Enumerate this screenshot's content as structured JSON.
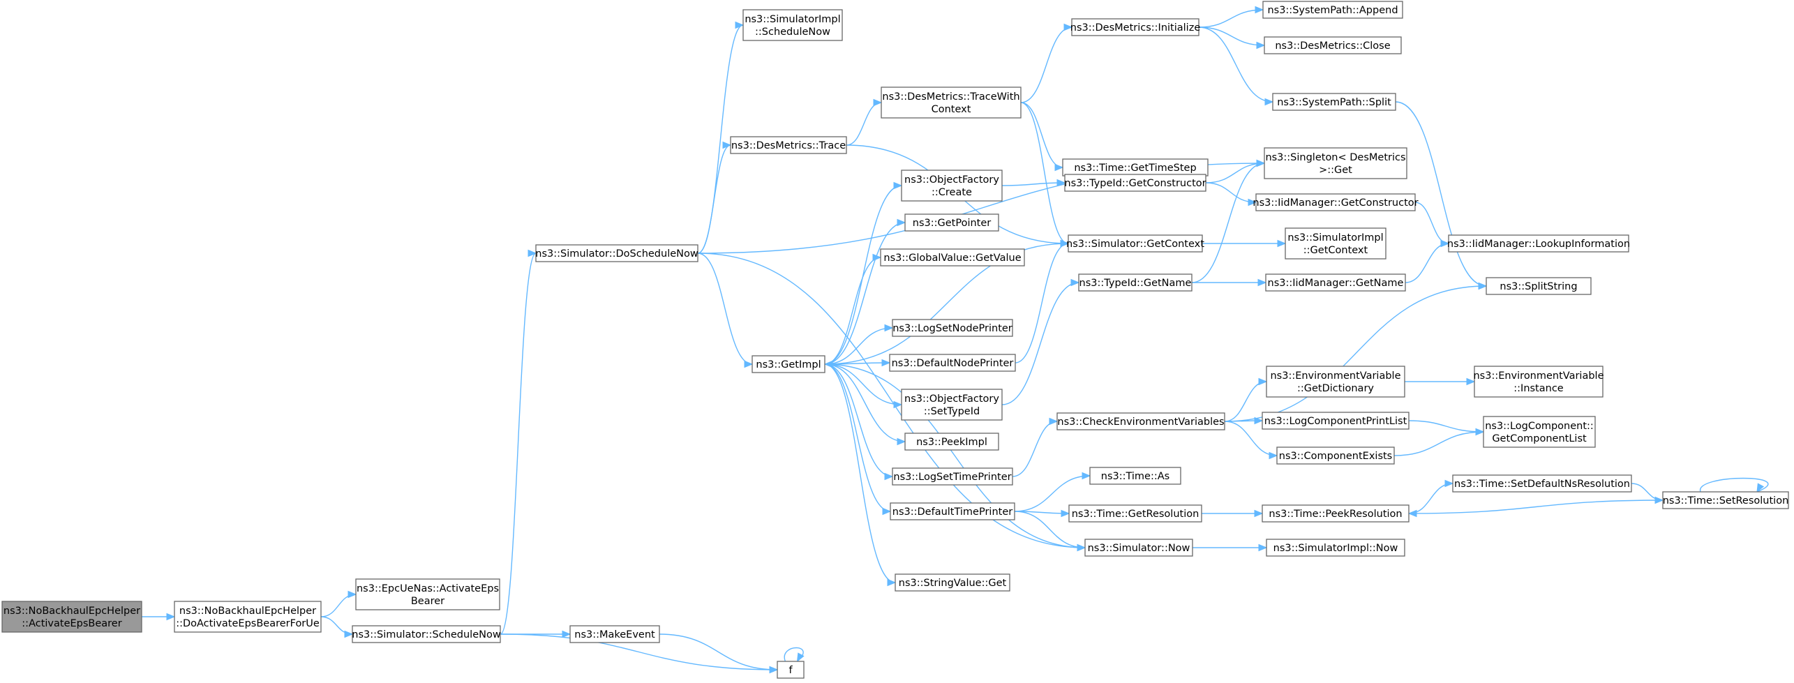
{
  "graph": {
    "edge_color": "#63b8ff",
    "node_border_color": "#666666",
    "root_fill_color": "#999999",
    "nodes": [
      {
        "id": "root",
        "label": [
          "ns3::NoBackhaulEpcHelper",
          "::ActivateEpsBearer"
        ],
        "root": true
      },
      {
        "id": "doact",
        "label": [
          "ns3::NoBackhaulEpcHelper",
          "::DoActivateEpsBearerForUe"
        ]
      },
      {
        "id": "epcnas",
        "label": [
          "ns3::EpcUeNas::ActivateEps",
          "Bearer"
        ]
      },
      {
        "id": "schedule",
        "label": [
          "ns3::Simulator::ScheduleNow"
        ]
      },
      {
        "id": "dosched",
        "label": [
          "ns3::Simulator::DoScheduleNow"
        ]
      },
      {
        "id": "makeevent",
        "label": [
          "ns3::MakeEvent"
        ]
      },
      {
        "id": "f",
        "label": [
          "f"
        ]
      },
      {
        "id": "simimplsn",
        "label": [
          "ns3::SimulatorImpl",
          "::ScheduleNow"
        ]
      },
      {
        "id": "destrace",
        "label": [
          "ns3::DesMetrics::Trace"
        ]
      },
      {
        "id": "getimpl",
        "label": [
          "ns3::GetImpl"
        ]
      },
      {
        "id": "tracewith",
        "label": [
          "ns3::DesMetrics::TraceWith",
          "Context"
        ]
      },
      {
        "id": "objcreate",
        "label": [
          "ns3::ObjectFactory",
          "::Create"
        ]
      },
      {
        "id": "getpointer",
        "label": [
          "ns3::GetPointer"
        ]
      },
      {
        "id": "gvgetvalue",
        "label": [
          "ns3::GlobalValue::GetValue"
        ]
      },
      {
        "id": "lognode",
        "label": [
          "ns3::LogSetNodePrinter"
        ]
      },
      {
        "id": "defnode",
        "label": [
          "ns3::DefaultNodePrinter"
        ]
      },
      {
        "id": "settypeid",
        "label": [
          "ns3::ObjectFactory",
          "::SetTypeId"
        ]
      },
      {
        "id": "peekimpl",
        "label": [
          "ns3::PeekImpl"
        ]
      },
      {
        "id": "logtime",
        "label": [
          "ns3::LogSetTimePrinter"
        ]
      },
      {
        "id": "deftime",
        "label": [
          "ns3::DefaultTimePrinter"
        ]
      },
      {
        "id": "strget",
        "label": [
          "ns3::StringValue::Get"
        ]
      },
      {
        "id": "desinit",
        "label": [
          "ns3::DesMetrics::Initialize"
        ]
      },
      {
        "id": "timestep",
        "label": [
          "ns3::Time::GetTimeStep"
        ]
      },
      {
        "id": "getctor",
        "label": [
          "ns3::TypeId::GetConstructor"
        ]
      },
      {
        "id": "getctx",
        "label": [
          "ns3::Simulator::GetContext"
        ]
      },
      {
        "id": "tigetname",
        "label": [
          "ns3::TypeId::GetName"
        ]
      },
      {
        "id": "checkenv",
        "label": [
          "ns3::CheckEnvironmentVariables"
        ]
      },
      {
        "id": "timeas",
        "label": [
          "ns3::Time::As"
        ]
      },
      {
        "id": "getres",
        "label": [
          "ns3::Time::GetResolution"
        ]
      },
      {
        "id": "simnow",
        "label": [
          "ns3::Simulator::Now"
        ]
      },
      {
        "id": "spappend",
        "label": [
          "ns3::SystemPath::Append"
        ]
      },
      {
        "id": "desclose",
        "label": [
          "ns3::DesMetrics::Close"
        ]
      },
      {
        "id": "spsplit",
        "label": [
          "ns3::SystemPath::Split"
        ]
      },
      {
        "id": "singleton",
        "label": [
          "ns3::Singleton< DesMetrics",
          ">::Get"
        ]
      },
      {
        "id": "iidctor",
        "label": [
          "ns3::IidManager::GetConstructor"
        ]
      },
      {
        "id": "simimplctx",
        "label": [
          "ns3::SimulatorImpl",
          "::GetContext"
        ]
      },
      {
        "id": "iidname",
        "label": [
          "ns3::IidManager::GetName"
        ]
      },
      {
        "id": "envdict",
        "label": [
          "ns3::EnvironmentVariable",
          "::GetDictionary"
        ]
      },
      {
        "id": "logcpl",
        "label": [
          "ns3::LogComponentPrintList"
        ]
      },
      {
        "id": "compexists",
        "label": [
          "ns3::ComponentExists"
        ]
      },
      {
        "id": "peekres",
        "label": [
          "ns3::Time::PeekResolution"
        ]
      },
      {
        "id": "simimplnow",
        "label": [
          "ns3::SimulatorImpl::Now"
        ]
      },
      {
        "id": "iidlookup",
        "label": [
          "ns3::IidManager::LookupInformation"
        ]
      },
      {
        "id": "splitstr",
        "label": [
          "ns3::SplitString"
        ]
      },
      {
        "id": "envinst",
        "label": [
          "ns3::EnvironmentVariable",
          "::Instance"
        ]
      },
      {
        "id": "logcomp",
        "label": [
          "ns3::LogComponent::",
          "GetComponentList"
        ]
      },
      {
        "id": "setdefres",
        "label": [
          "ns3::Time::SetDefaultNsResolution"
        ]
      },
      {
        "id": "setres",
        "label": [
          "ns3::Time::SetResolution"
        ]
      }
    ],
    "edges": [
      [
        "root",
        "doact"
      ],
      [
        "doact",
        "epcnas"
      ],
      [
        "doact",
        "schedule"
      ],
      [
        "schedule",
        "dosched"
      ],
      [
        "schedule",
        "makeevent"
      ],
      [
        "schedule",
        "f"
      ],
      [
        "makeevent",
        "f"
      ],
      [
        "f",
        "f"
      ],
      [
        "dosched",
        "simimplsn"
      ],
      [
        "dosched",
        "destrace"
      ],
      [
        "dosched",
        "getimpl"
      ],
      [
        "dosched",
        "singleton"
      ],
      [
        "dosched",
        "simnow"
      ],
      [
        "destrace",
        "tracewith"
      ],
      [
        "destrace",
        "getctx"
      ],
      [
        "tracewith",
        "desinit"
      ],
      [
        "tracewith",
        "timestep"
      ],
      [
        "tracewith",
        "getctx"
      ],
      [
        "getimpl",
        "objcreate"
      ],
      [
        "getimpl",
        "getpointer"
      ],
      [
        "getimpl",
        "gvgetvalue"
      ],
      [
        "getimpl",
        "getctx"
      ],
      [
        "getimpl",
        "lognode"
      ],
      [
        "getimpl",
        "defnode"
      ],
      [
        "getimpl",
        "settypeid"
      ],
      [
        "getimpl",
        "peekimpl"
      ],
      [
        "getimpl",
        "logtime"
      ],
      [
        "getimpl",
        "deftime"
      ],
      [
        "getimpl",
        "strget"
      ],
      [
        "objcreate",
        "getctor"
      ],
      [
        "defnode",
        "getctx"
      ],
      [
        "settypeid",
        "tigetname"
      ],
      [
        "logtime",
        "checkenv"
      ],
      [
        "deftime",
        "timeas"
      ],
      [
        "deftime",
        "getres"
      ],
      [
        "deftime",
        "simnow"
      ],
      [
        "simnow",
        "getimpl"
      ],
      [
        "desinit",
        "spappend"
      ],
      [
        "desinit",
        "desclose"
      ],
      [
        "desinit",
        "spsplit"
      ],
      [
        "getctor",
        "singleton"
      ],
      [
        "getctor",
        "iidctor"
      ],
      [
        "getctx",
        "simimplctx"
      ],
      [
        "tigetname",
        "singleton"
      ],
      [
        "tigetname",
        "iidname"
      ],
      [
        "checkenv",
        "envdict"
      ],
      [
        "checkenv",
        "logcpl"
      ],
      [
        "checkenv",
        "compexists"
      ],
      [
        "checkenv",
        "splitstr"
      ],
      [
        "getres",
        "peekres"
      ],
      [
        "simnow",
        "simimplnow"
      ],
      [
        "spsplit",
        "splitstr"
      ],
      [
        "iidctor",
        "iidlookup"
      ],
      [
        "iidname",
        "iidlookup"
      ],
      [
        "envdict",
        "envinst"
      ],
      [
        "logcpl",
        "logcomp"
      ],
      [
        "compexists",
        "logcomp"
      ],
      [
        "peekres",
        "setdefres"
      ],
      [
        "setdefres",
        "setres"
      ],
      [
        "setres",
        "peekres"
      ],
      [
        "setres",
        "setres"
      ]
    ]
  }
}
